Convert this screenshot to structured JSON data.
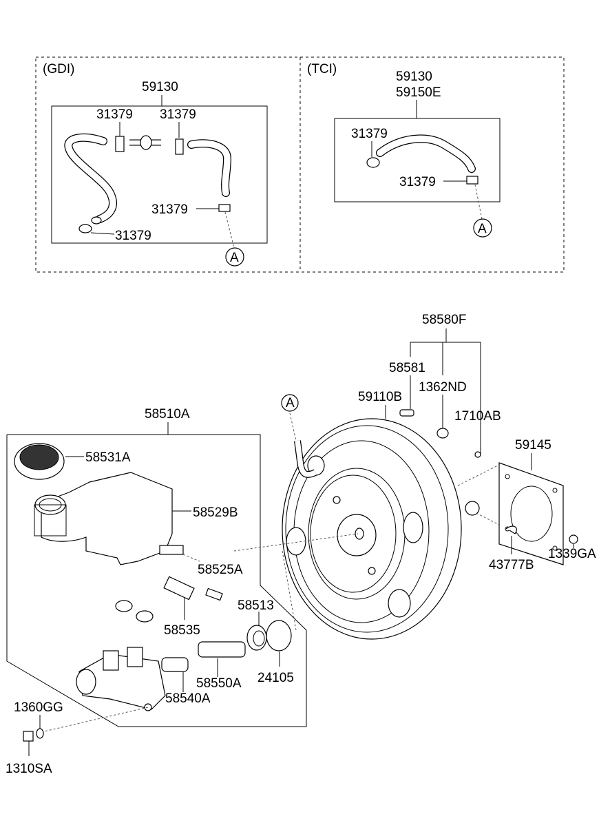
{
  "sections": {
    "gdi": "(GDI)",
    "tci": "(TCI)"
  },
  "callout_letter": "A",
  "labels": {
    "gdi_hose": "59130",
    "gdi_clamp_1": "31379",
    "gdi_clamp_2": "31379",
    "gdi_clamp_3": "31379",
    "gdi_clamp_4": "31379",
    "tci_hose_1": "59130",
    "tci_hose_2": "59150E",
    "tci_clamp_1": "31379",
    "tci_clamp_2": "31379",
    "kit": "58580F",
    "p58581": "58581",
    "p1362ND": "1362ND",
    "p59110B": "59110B",
    "p1710AB": "1710AB",
    "p59145": "59145",
    "p43777B": "43777B",
    "p1339GA": "1339GA",
    "p58510A": "58510A",
    "p58531A": "58531A",
    "p58529B": "58529B",
    "p58525A": "58525A",
    "p58535": "58535",
    "p58513": "58513",
    "p24105": "24105",
    "p58550A": "58550A",
    "p58540A": "58540A",
    "p1360GG": "1360GG",
    "p1310SA": "1310SA"
  }
}
